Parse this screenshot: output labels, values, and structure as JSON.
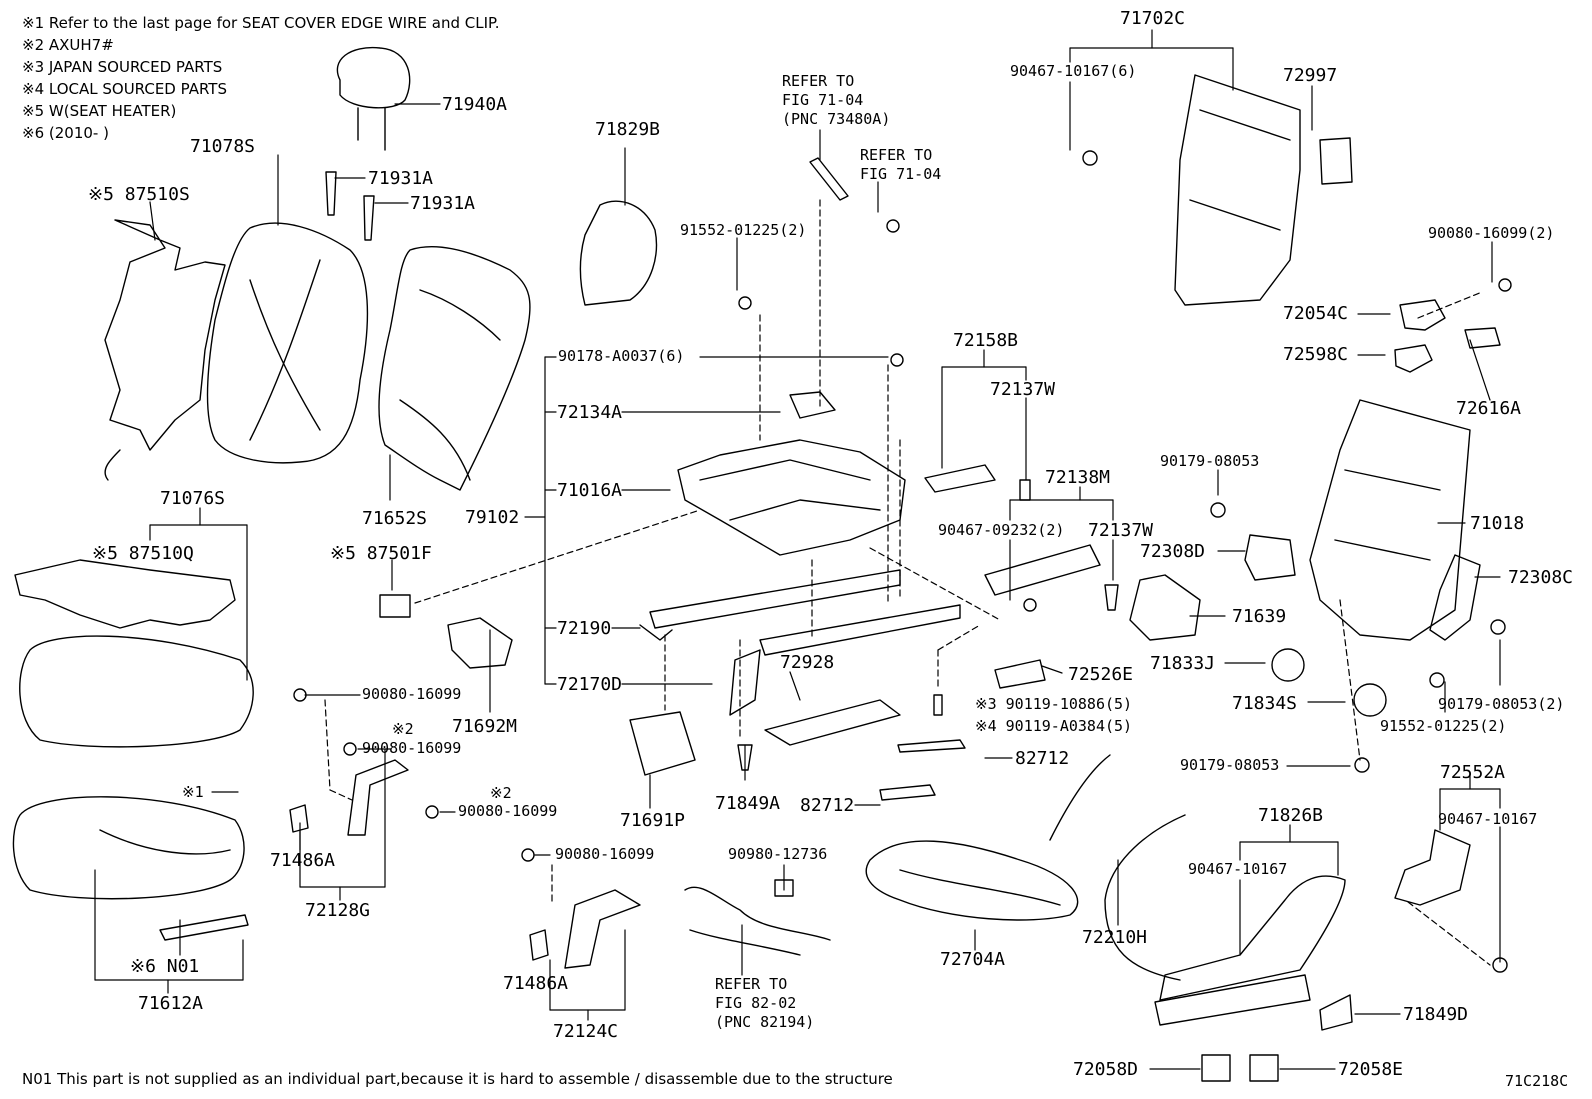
{
  "notes": {
    "n1": "※1 Refer to the last page for SEAT COVER EDGE WIRE and CLIP.",
    "n2": "※2 AXUH7#",
    "n3": "※3 JAPAN SOURCED PARTS",
    "n4": "※4 LOCAL SOURCED PARTS",
    "n5": "※5 W(SEAT HEATER)",
    "n6": "※6 (2010-      )"
  },
  "footer_note": "N01 This part is not supplied as an individual part,because it is hard to assemble / disassemble due to the structure",
  "figure_code": "71C218C",
  "refs": {
    "r1": "REFER TO\nFIG 71-04\n(PNC 73480A)",
    "r2": "REFER TO\nFIG 71-04",
    "r3": "REFER TO\nFIG 82-02\n(PNC 82194)"
  },
  "parts": {
    "p71940A": "71940A",
    "p71931A_1": "71931A",
    "p71931A_2": "71931A",
    "p71078S": "71078S",
    "p87510S": "※5 87510S",
    "p71829B": "71829B",
    "p91552_1": "91552-01225(2)",
    "p71702C": "71702C",
    "p90467_6": "90467-10167(6)",
    "p72997": "72997",
    "p90080_2": "90080-16099(2)",
    "p72054C": "72054C",
    "p72598C": "72598C",
    "p72616A": "72616A",
    "p90178": "90178-A0037(6)",
    "p72134A": "72134A",
    "p71016A": "71016A",
    "p79102": "79102",
    "p72158B": "72158B",
    "p72137W_1": "72137W",
    "p72138M": "72138M",
    "p90467_09232": "90467-09232(2)",
    "p72137W_2": "72137W",
    "p90179_a": "90179-08053",
    "p71018": "71018",
    "p72308D": "72308D",
    "p72308C": "72308C",
    "p71076S": "71076S",
    "p87510Q": "※5 87510Q",
    "p71652S": "71652S",
    "p87501F": "※5 87501F",
    "p72190": "72190",
    "p71639": "71639",
    "p71833J": "71833J",
    "p72526E": "72526E",
    "p72170D": "72170D",
    "p72928": "72928",
    "p90119_1": "※3 90119-10886(5)",
    "p90119_2": "※4 90119-A0384(5)",
    "p71834S": "71834S",
    "p90179_b": "90179-08053(2)",
    "p91552_2": "91552-01225(2)",
    "p90080_a": "90080-16099",
    "p71692M": "71692M",
    "p90080_b": "※2",
    "p90080_b2": "90080-16099",
    "p90080_c": "※2",
    "p90080_c2": "90080-16099",
    "p82712_1": "82712",
    "p82712_2": "82712",
    "p90179_c": "90179-08053",
    "p72552A": "72552A",
    "p71826B": "71826B",
    "p90467_c": "90467-10167",
    "p90467_d": "90467-10167",
    "p71691P": "71691P",
    "p71849A": "71849A",
    "p71486A_1": "71486A",
    "p72128G": "72128G",
    "p90980": "90980-12736",
    "p90080_d": "90080-16099",
    "p72210H": "72210H",
    "p72704A": "72704A",
    "p71849D": "71849D",
    "pN01": "※6 N01",
    "p71612A": "71612A",
    "p71486A_2": "71486A",
    "p72124C": "72124C",
    "p72058D": "72058D",
    "p72058E": "72058E",
    "pclip1": "※1"
  }
}
